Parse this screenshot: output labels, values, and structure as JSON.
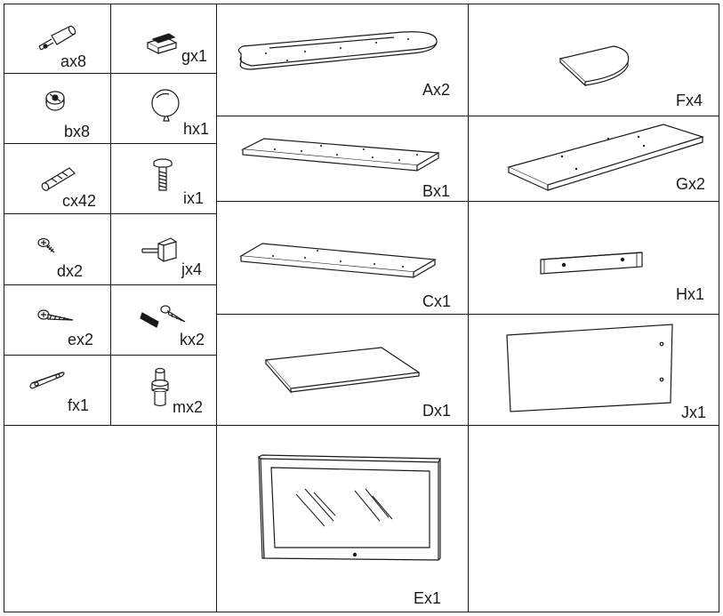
{
  "hardware": [
    {
      "id": "a",
      "label": "ax8"
    },
    {
      "id": "g",
      "label": "gx1"
    },
    {
      "id": "b",
      "label": "bx8"
    },
    {
      "id": "h",
      "label": "hx1"
    },
    {
      "id": "c",
      "label": "cx42"
    },
    {
      "id": "i",
      "label": "ix1"
    },
    {
      "id": "d",
      "label": "dx2"
    },
    {
      "id": "j",
      "label": "jx4"
    },
    {
      "id": "e",
      "label": "ex2"
    },
    {
      "id": "k",
      "label": "kx2"
    },
    {
      "id": "f",
      "label": "fx1"
    },
    {
      "id": "m",
      "label": "mx2"
    }
  ],
  "panels": [
    {
      "id": "A",
      "label": "Ax2"
    },
    {
      "id": "F",
      "label": "Fx4"
    },
    {
      "id": "B",
      "label": "Bx1"
    },
    {
      "id": "G",
      "label": "Gx2"
    },
    {
      "id": "C",
      "label": "Cx1"
    },
    {
      "id": "H",
      "label": "Hx1"
    },
    {
      "id": "D",
      "label": "Dx1"
    },
    {
      "id": "J",
      "label": "Jx1"
    },
    {
      "id": "E",
      "label": "Ex1"
    }
  ],
  "line_color": "#1a1a1a",
  "background": "#ffffff"
}
